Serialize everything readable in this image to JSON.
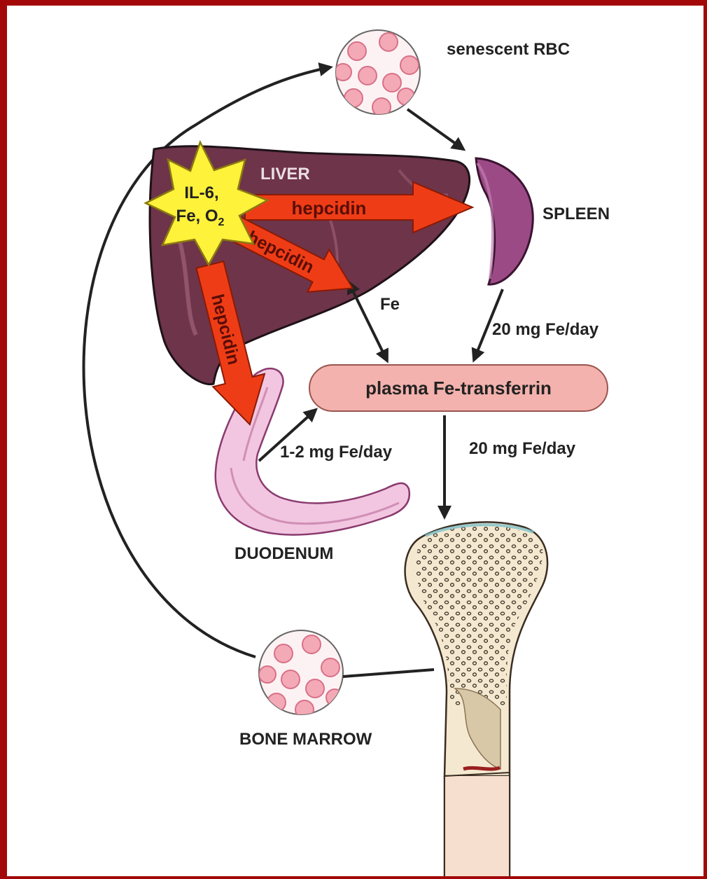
{
  "labels": {
    "senescent_rbc": "senescent RBC",
    "liver": "LIVER",
    "spleen": "SPLEEN",
    "duodenum": "DUODENUM",
    "bone_marrow": "BONE MARROW",
    "plasma": "plasma Fe-transferrin",
    "fe": "Fe",
    "spleen_flux": "20 mg Fe/day",
    "marrow_flux": "20 mg Fe/day",
    "duodenum_flux": "1-2 mg Fe/day"
  },
  "regulators": {
    "line1": "IL-6,",
    "line2_prefix": "Fe, O",
    "line2_sub": "2"
  },
  "hepcidin": {
    "to_spleen": "hepcidin",
    "to_plasma": "hepcidin",
    "to_duodenum": "hepcidin"
  },
  "colors": {
    "frame": "#a30808",
    "liver": "#6e3449",
    "spleen": "#9c4a86",
    "hepcidin_arrow": "#ee3d16",
    "star": "#fff23a",
    "plasma_pill": "#f3b2ad",
    "rbc": "#ec8fa0"
  }
}
